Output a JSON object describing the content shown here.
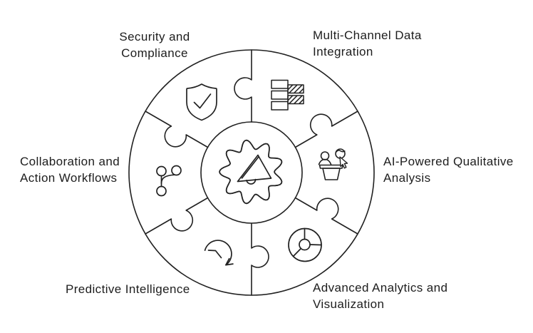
{
  "diagram": {
    "type": "puzzle-wheel",
    "background": "#ffffff",
    "colors": {
      "ink": "#212121",
      "text": "#1d1d1d"
    },
    "center": {
      "icon": "gear-megaphone-icon"
    },
    "segments": [
      {
        "label": "Security and\nCompliance",
        "icon": "shield-check-icon",
        "position": "top-left"
      },
      {
        "label": "Multi-Channel Data\nIntegration",
        "icon": "stacked-bars-icon",
        "position": "top-right"
      },
      {
        "label": "AI-Powered Qualitative\nAnalysis",
        "icon": "people-cursor-icon",
        "position": "right"
      },
      {
        "label": "Advanced Analytics and\nVisualization",
        "icon": "donut-chart-icon",
        "position": "bottom-right"
      },
      {
        "label": "Predictive Intelligence",
        "icon": "circular-arrow-icon",
        "position": "bottom-left"
      },
      {
        "label": "Collaboration and\nAction Workflows",
        "icon": "branch-nodes-icon",
        "position": "left"
      }
    ]
  }
}
